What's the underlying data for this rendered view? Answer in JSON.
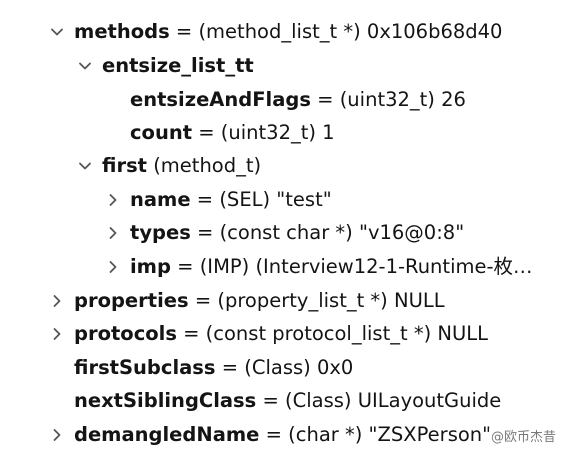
{
  "rows": [
    {
      "key": "methods",
      "val": " = (method_list_t *) 0x106b68d40",
      "expanded": true
    },
    {
      "key": "entsize_list_tt",
      "val": "",
      "expanded": true
    },
    {
      "key": "entsizeAndFlags",
      "val": " = (uint32_t) 26",
      "expanded": null
    },
    {
      "key": "count",
      "val": " = (uint32_t) 1",
      "expanded": null
    },
    {
      "key": "first",
      "val": " (method_t)",
      "expanded": true
    },
    {
      "key": "name",
      "val": " = (SEL) \"test\"",
      "expanded": false
    },
    {
      "key": "types",
      "val": " = (const char *) \"v16@0:8\"",
      "expanded": false
    },
    {
      "key": "imp",
      "val": " = (IMP) (Interview12-1-Runtime-枚…",
      "expanded": false
    },
    {
      "key": "properties",
      "val": " = (property_list_t *) NULL",
      "expanded": false
    },
    {
      "key": "protocols",
      "val": " = (const protocol_list_t *) NULL",
      "expanded": false
    },
    {
      "key": "firstSubclass",
      "val": " = (Class) 0x0",
      "expanded": null
    },
    {
      "key": "nextSiblingClass",
      "val": " = (Class) UILayoutGuide",
      "expanded": null
    },
    {
      "key": "demangledName",
      "val": " = (char *) \"ZSXPerson\"",
      "expanded": false
    }
  ],
  "watermark": "@欧币杰昔",
  "icons": {
    "expanded": "chevron-down-icon",
    "collapsed": "chevron-right-icon"
  }
}
